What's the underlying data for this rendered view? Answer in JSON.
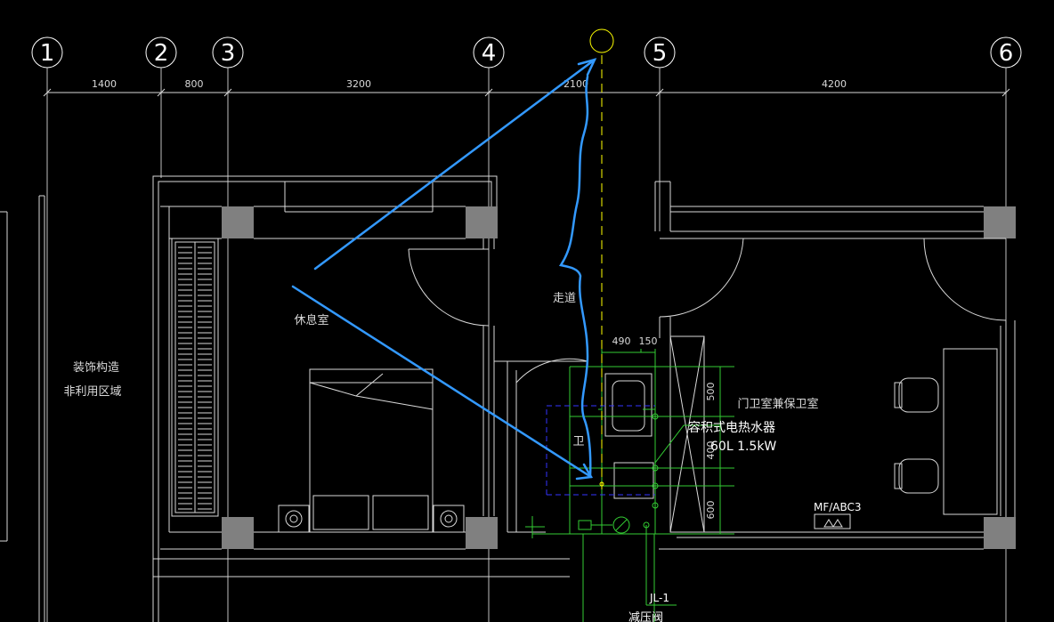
{
  "axes": [
    {
      "label": "1"
    },
    {
      "label": "2"
    },
    {
      "label": "3"
    },
    {
      "label": "4"
    },
    {
      "label": "5"
    },
    {
      "label": "6"
    }
  ],
  "dimensions": [
    "1400",
    "800",
    "3200",
    "2100",
    "4200"
  ],
  "detail_dimensions": {
    "top_left": "490",
    "top_right": "150",
    "right_upper": "500",
    "right_middle": "400",
    "right_lower": "600"
  },
  "rooms": {
    "decor": "装饰构造",
    "non_usable": "非利用区域",
    "rest_room": "休息室",
    "corridor": "走道",
    "guard_room": "门卫室兼保卫室",
    "toilet": "卫"
  },
  "water_heater": {
    "name": "容积式电热水器",
    "spec": "60L 1.5kW"
  },
  "extinguisher_label": "MF/ABC3",
  "pipe_label": "JL-1",
  "valve_label": "减压阀",
  "colors": {
    "background": "#000000",
    "lines": "#ffffff",
    "column": "#808080",
    "pipe_green": "#33cc33",
    "annotation_blue": "#3399ff",
    "axis_yellow": "#ffff00",
    "dashed_blue": "#3333ff"
  }
}
